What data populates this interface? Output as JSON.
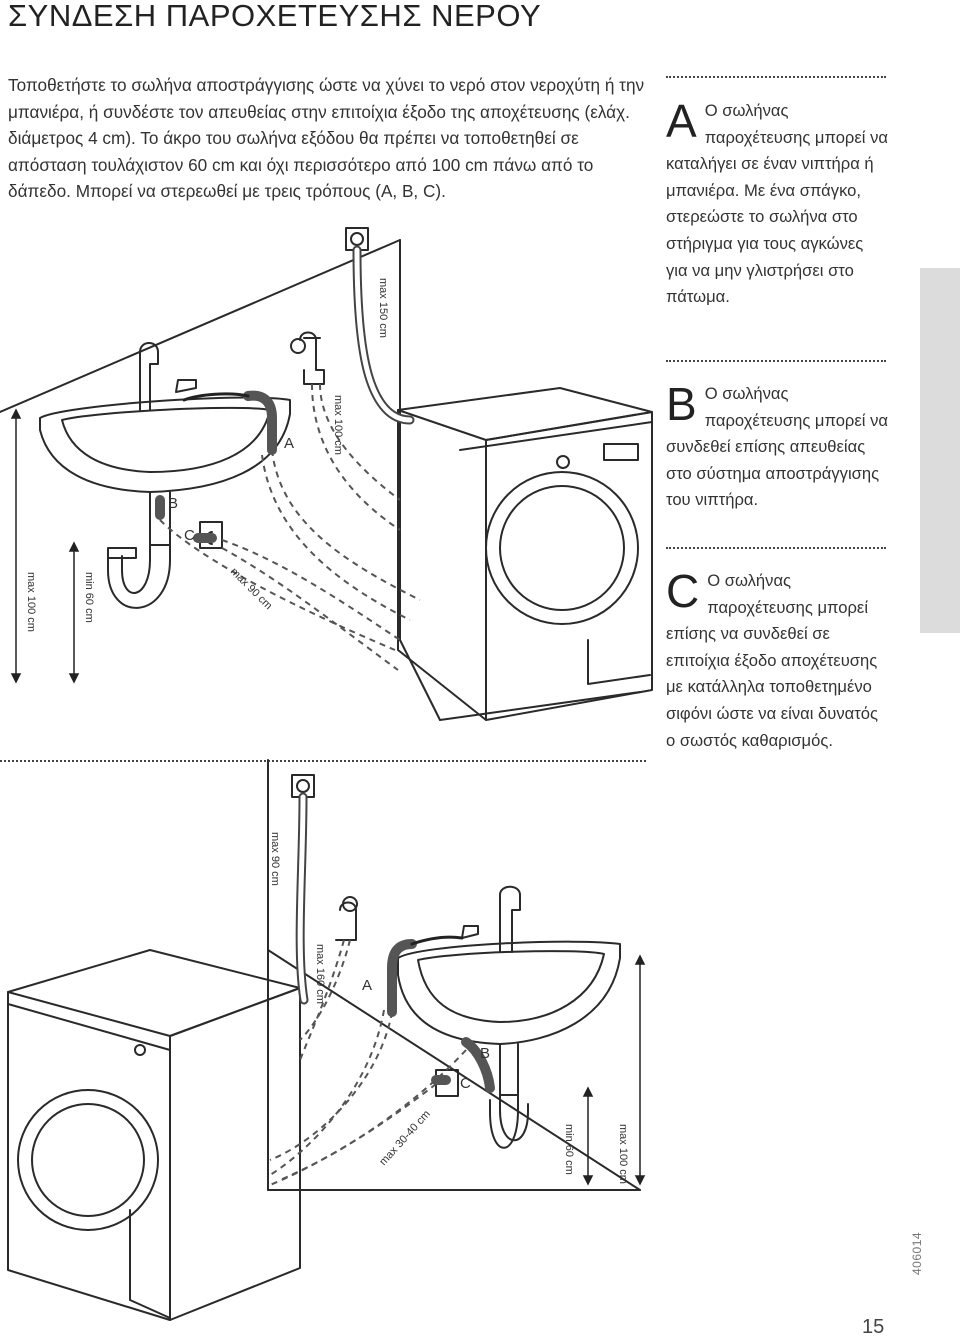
{
  "page": {
    "title": "ΣΥΝΔΕΣΗ ΠΑΡΟΧΕΤΕΥΣΗΣ ΝΕΡΟΥ",
    "intro": "Τοποθετήστε το σωλήνα αποστράγγισης ώστε να χύνει το νερό στον νεροχύτη ή την μπανιέρα, ή συνδέστε τον απευθείας στην επιτοίχια έξοδο της αποχέτευσης (ελάχ. διάμετρος 4 cm). Το άκρο του σωλήνα εξόδου θα πρέπει να τοποθετηθεί σε απόσταση τουλάχιστον 60 cm και όχι περισσότερο από 100 cm πάνω από το δάπεδο. Μπορεί να στερεωθεί με τρεις τρόπους (A, B, C).",
    "page_number": "15",
    "doc_code": "406014"
  },
  "options": [
    {
      "letter": "A",
      "text": "Ο σωλήνας παροχέτευσης μπορεί να καταλήγει σε έναν νιπτήρα ή μπανιέρα. Με ένα σπάγκο, στερεώστε το σωλήνα στο στήριγμα για τους αγκώνες για να μην γλιστρήσει στο πάτωμα."
    },
    {
      "letter": "B",
      "text": "Ο σωλήνας παροχέτευσης μπορεί να συνδεθεί επίσης απευθείας στο σύστημα αποστράγγισης του νιπτήρα."
    },
    {
      "letter": "C",
      "text": "Ο σωλήνας παροχέτευσης μπορεί επίσης να συνδεθεί σε επιτοίχια έξοδο αποχέτευσης με κατάλληλα τοποθετημένο σιφόνι ώστε να είναι δυνατός ο σωστός καθαρισμός."
    }
  ],
  "diagram_top": {
    "labels": {
      "a": "A",
      "b": "B",
      "c": "C",
      "max150": "max 150 cm",
      "max100_hose": "max 100 cm",
      "max90": "max 90 cm",
      "max100_floor": "max 100 cm",
      "min60": "min 60 cm"
    }
  },
  "diagram_bottom": {
    "labels": {
      "a": "A",
      "b": "B",
      "c": "C",
      "max90": "max 90 cm",
      "max160": "max 160 cm",
      "max3040": "max 30-40 cm",
      "min60": "min 60 cm",
      "max100": "max 100 cm"
    }
  }
}
